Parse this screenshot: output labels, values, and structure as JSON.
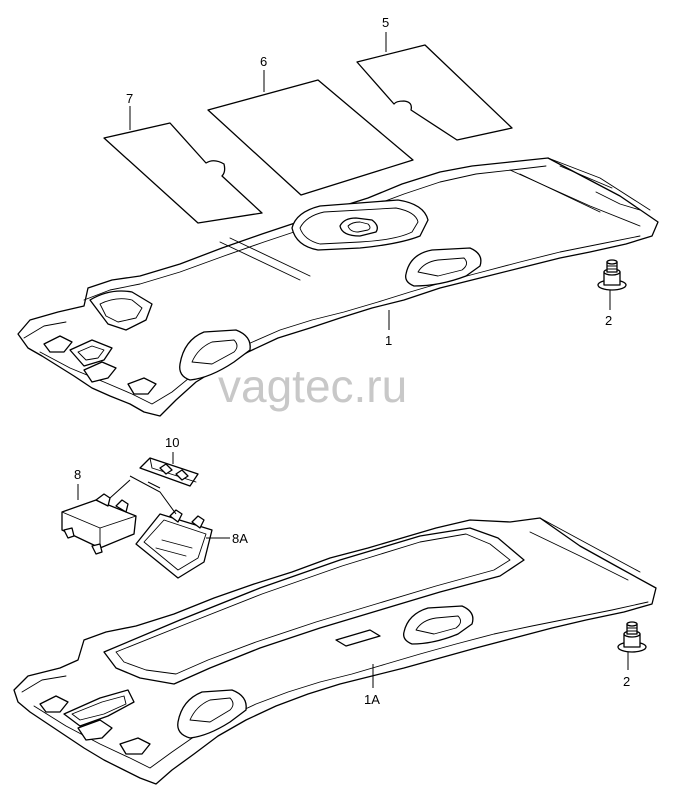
{
  "watermark": "vagtec.ru",
  "callouts": {
    "c1": "1",
    "c1a": "1A",
    "c2_top": "2",
    "c2_bottom": "2",
    "c5": "5",
    "c6": "6",
    "c7": "7",
    "c8": "8",
    "c8a": "8A",
    "c10": "10"
  }
}
